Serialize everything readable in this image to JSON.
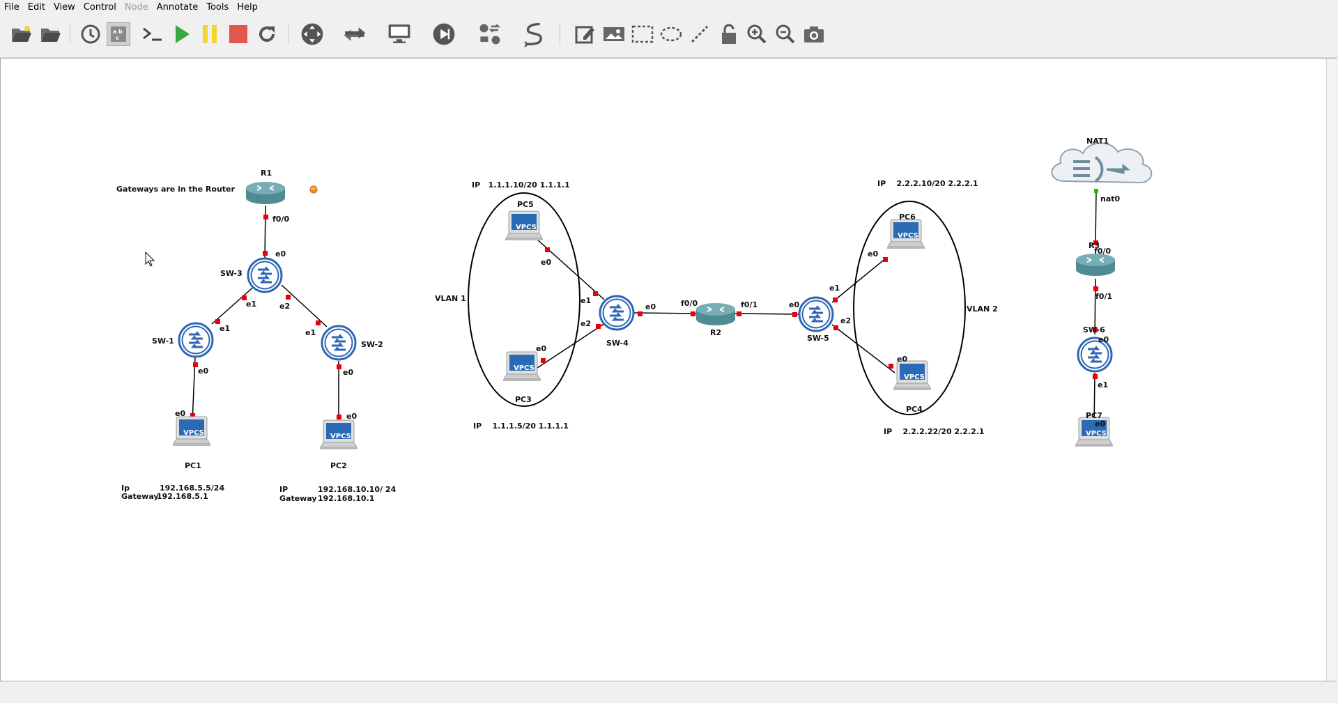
{
  "menu": [
    "File",
    "Edit",
    "View",
    "Control",
    "Node",
    "Annotate",
    "Tools",
    "Help"
  ],
  "toolbar": {
    "buttons": [
      "open-project-icon",
      "open-folder-icon",
      "snapshot-icon",
      "show-interface-labels-icon",
      "console-icon",
      "start-icon",
      "suspend-icon",
      "stop-icon",
      "reload-icon",
      "browse-routers-icon",
      "browse-switches-icon",
      "browse-end-devices-icon",
      "browse-security-icon",
      "browse-all-devices-icon",
      "add-link-icon",
      "add-note-icon",
      "insert-picture-icon",
      "draw-rectangle-icon",
      "draw-ellipse-icon",
      "draw-line-icon",
      "lock-icon",
      "zoom-in-icon",
      "zoom-out-icon",
      "screenshot-icon"
    ]
  },
  "topology": {
    "note_gateways": "Gateways are in the Router",
    "nodes": {
      "r1": "R1",
      "sw3": "SW-3",
      "sw1": "SW-1",
      "sw2": "SW-2",
      "pc1": "PC1",
      "pc2": "PC2",
      "pc5": "PC5",
      "pc3": "PC3",
      "sw4": "SW-4",
      "r2": "R2",
      "sw5": "SW-5",
      "pc6": "PC6",
      "pc4": "PC4",
      "nat1": "NAT1",
      "r3": "R3",
      "sw6": "SW-6",
      "pc7": "PC7"
    },
    "vpcs_label": "VPCS",
    "vlan1": "VLAN 1",
    "vlan2": "VLAN 2",
    "ip_pc5": "IP   1.1.1.10/20 1.1.1.1",
    "ip_pc3": "IP    1.1.1.5/20 1.1.1.1",
    "ip_pc6": "IP    2.2.2.10/20 2.2.2.1",
    "ip_pc4": "IP    2.2.2.22/20 2.2.2.1",
    "pc1_ip_label": "Ip",
    "pc1_ip_value": "192.168.5.5/24",
    "pc1_gw_label": "Gateway",
    "pc1_gw_value": "192.168.5.1",
    "pc2_ip_label": "IP",
    "pc2_ip_value": "192.168.10.10/ 24",
    "pc2_gw_label": "Gateway",
    "pc2_gw_value": "192.168.10.1",
    "ports": {
      "r1_f00": "f0/0",
      "sw3_e0": "e0",
      "sw3_e1": "e1",
      "sw3_e2": "e2",
      "sw1_e1": "e1",
      "sw1_e0": "e0",
      "pc1_e0": "e0",
      "sw2_e1": "e1",
      "sw2_e0": "e0",
      "pc2_e0": "e0",
      "pc5_e0": "e0",
      "pc3_e0": "e0",
      "sw4_e1": "e1",
      "sw4_e2": "e2",
      "sw4_e0": "e0",
      "r2_f00": "f0/0",
      "r2_f01": "f0/1",
      "sw5_e0": "e0",
      "sw5_e1": "e1",
      "sw5_e2": "e2",
      "pc6_e0": "e0",
      "pc4_e0": "e0",
      "nat0": "nat0",
      "r3_f00": "f0/0",
      "r3_f01": "f0/1",
      "sw6_e0": "e0",
      "sw6_e1": "e1",
      "pc7_e0": "e0"
    }
  },
  "colors": {
    "link": "#000000",
    "port_down": "#e8000b",
    "port_up": "#21c400",
    "switch_blue": "#2f66b3",
    "router_teal": "#5e9ca3"
  }
}
